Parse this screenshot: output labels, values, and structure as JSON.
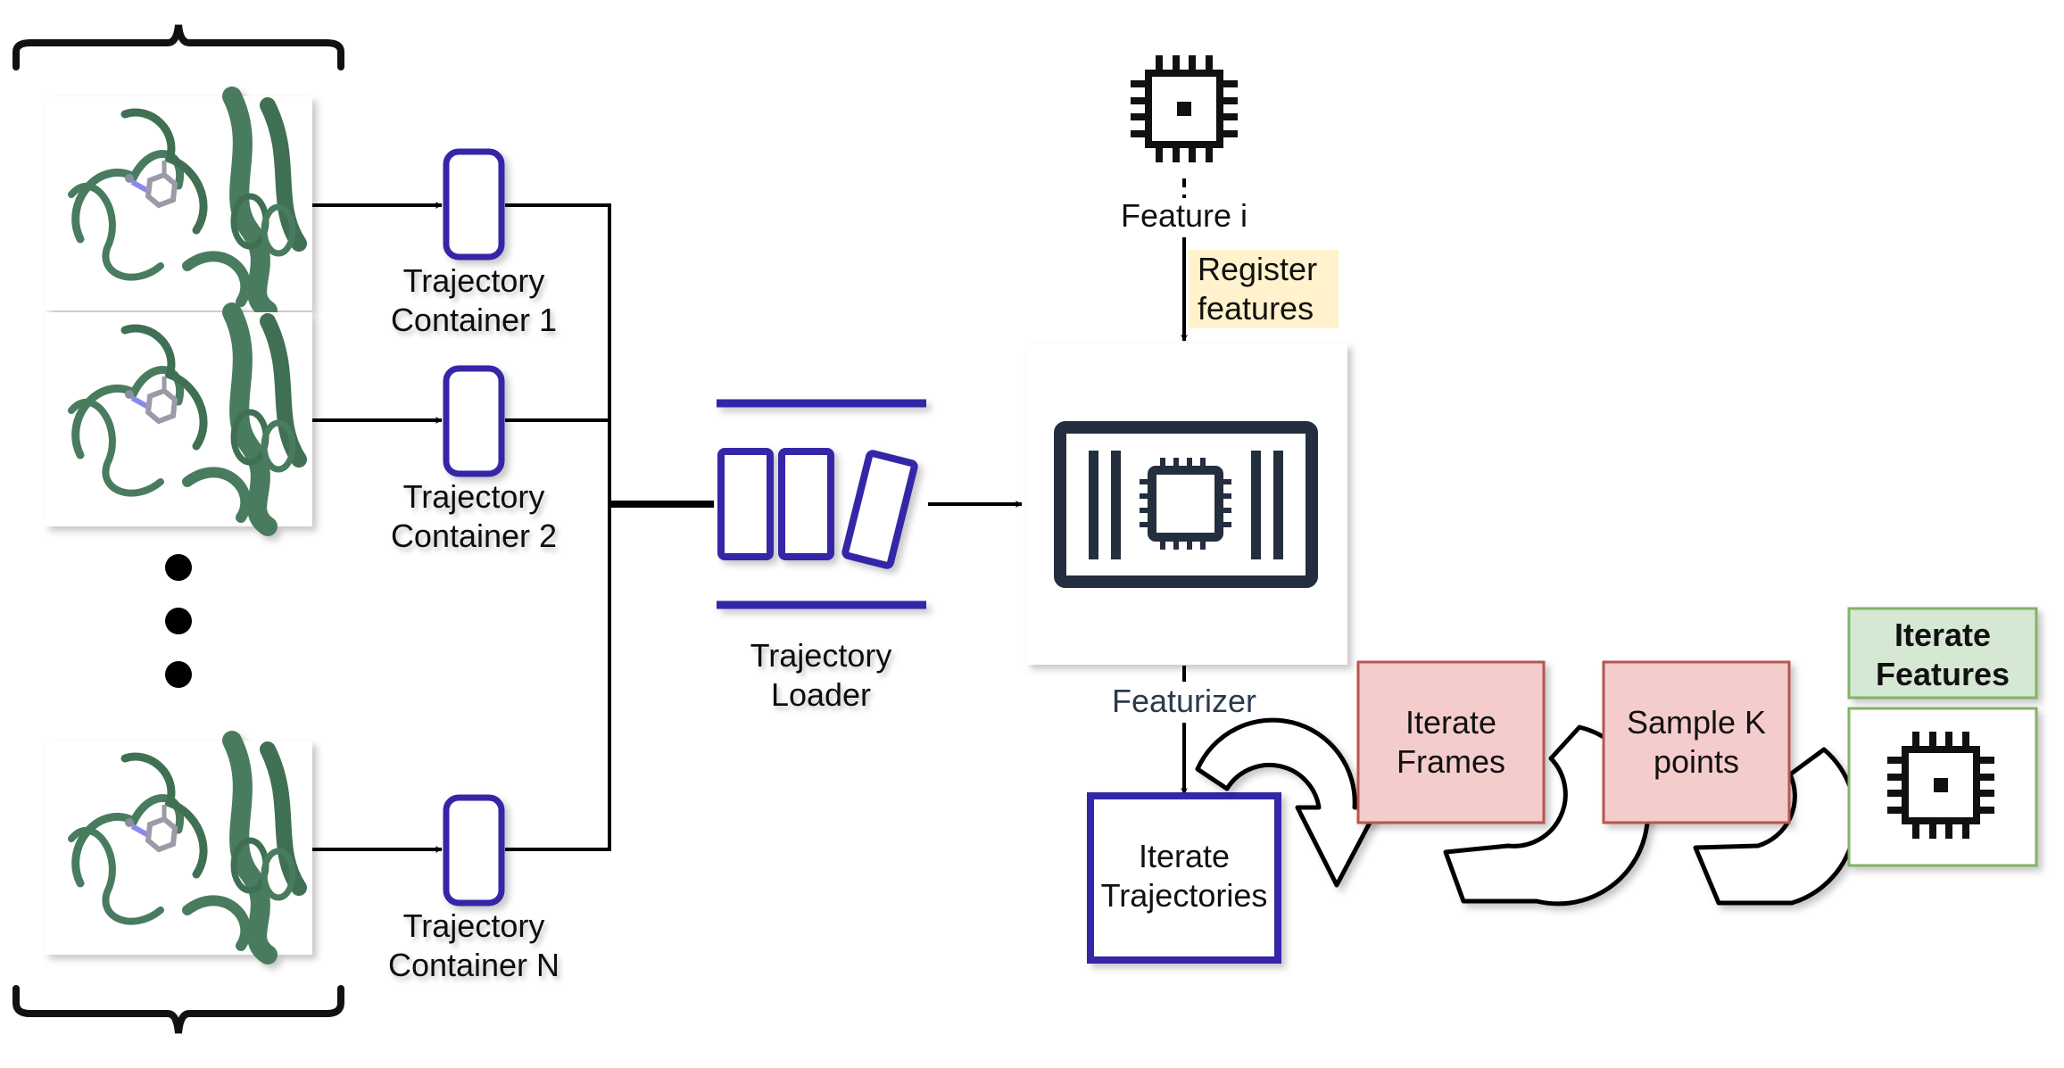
{
  "containers": [
    {
      "line1": "Trajectory",
      "line2": "Container 1"
    },
    {
      "line1": "Trajectory",
      "line2": "Container 2"
    },
    {
      "line1": "Trajectory",
      "line2": "Container N"
    }
  ],
  "loader": {
    "line1": "Trajectory",
    "line2": "Loader"
  },
  "feature": {
    "label": "Feature i"
  },
  "register": {
    "line1": "Register",
    "line2": "features"
  },
  "featurizer": {
    "label": "Featurizer"
  },
  "iterate_trajectories": {
    "line1": "Iterate",
    "line2": "Trajectories"
  },
  "iterate_frames": {
    "line1": "Iterate",
    "line2": "Frames"
  },
  "sample_points": {
    "line1": "Sample K",
    "line2": "points"
  },
  "iterate_features": {
    "line1": "Iterate",
    "line2": "Features"
  },
  "colors": {
    "container_stroke": "#3426a8",
    "protein": "#4a7c5e",
    "red_fill": "#f5cccc",
    "red_stroke": "#b85450",
    "green_fill": "#d5e8d4",
    "green_stroke": "#82b366",
    "register_fill": "#fff2cc",
    "chip": "#232f3e"
  },
  "icons": [
    "protein-structure-image",
    "cpu-chip-icon",
    "featurizer-chip-icon",
    "cycle-arrow-icon"
  ]
}
